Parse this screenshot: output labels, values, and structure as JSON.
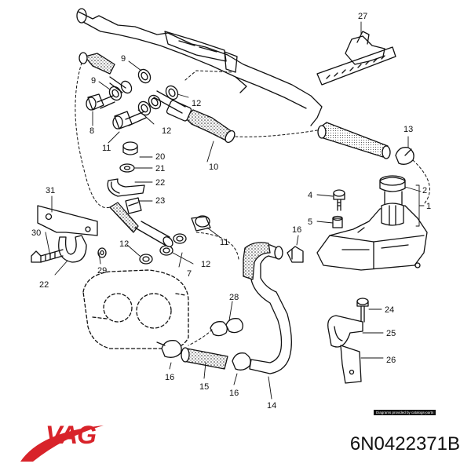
{
  "callouts": [
    {
      "id": "c27",
      "text": "27"
    },
    {
      "id": "c9a",
      "text": "9"
    },
    {
      "id": "c9b",
      "text": "9"
    },
    {
      "id": "c12a",
      "text": "12"
    },
    {
      "id": "c8",
      "text": "8"
    },
    {
      "id": "c12b",
      "text": "12"
    },
    {
      "id": "c11a",
      "text": "11"
    },
    {
      "id": "c20",
      "text": "20"
    },
    {
      "id": "c21",
      "text": "21"
    },
    {
      "id": "c10",
      "text": "10"
    },
    {
      "id": "c13",
      "text": "13"
    },
    {
      "id": "c22a",
      "text": "22"
    },
    {
      "id": "c23",
      "text": "23"
    },
    {
      "id": "c31",
      "text": "31"
    },
    {
      "id": "c2",
      "text": "2"
    },
    {
      "id": "c4",
      "text": "4"
    },
    {
      "id": "c1",
      "text": "1"
    },
    {
      "id": "c5",
      "text": "5"
    },
    {
      "id": "c11b",
      "text": "11"
    },
    {
      "id": "c16a",
      "text": "16"
    },
    {
      "id": "c30",
      "text": "30"
    },
    {
      "id": "c12c",
      "text": "12"
    },
    {
      "id": "c12d",
      "text": "12"
    },
    {
      "id": "c7",
      "text": "7"
    },
    {
      "id": "c29",
      "text": "29"
    },
    {
      "id": "c22b",
      "text": "22"
    },
    {
      "id": "c28",
      "text": "28"
    },
    {
      "id": "c24",
      "text": "24"
    },
    {
      "id": "c25",
      "text": "25"
    },
    {
      "id": "c26",
      "text": "26"
    },
    {
      "id": "c16b",
      "text": "16"
    },
    {
      "id": "c15",
      "text": "15"
    },
    {
      "id": "c16c",
      "text": "16"
    },
    {
      "id": "c14",
      "text": "14"
    }
  ],
  "credit": "Diagrams provided by catalogs-parts",
  "brand": "VAG",
  "part_number": "6N0422371B",
  "colors": {
    "brand_red": "#d8232a",
    "ink": "#111111"
  }
}
